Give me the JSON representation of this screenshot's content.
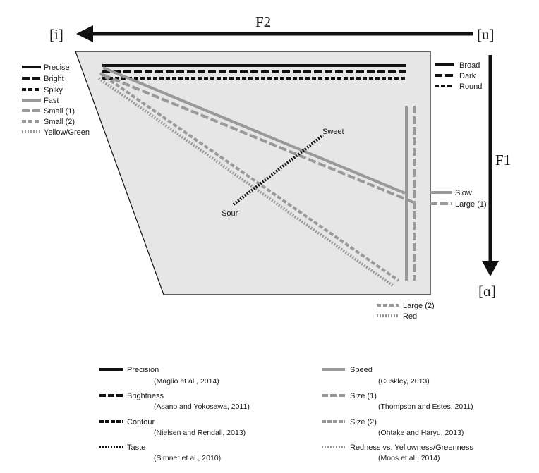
{
  "axes": {
    "f2_label": "F2",
    "f1_label": "F1",
    "vowel_i": "[i]",
    "vowel_u": "[u]",
    "vowel_a": "[ɑ]"
  },
  "colors": {
    "black": "#111111",
    "gray": "#9a9a9a",
    "plot_fill": "#e6e6e6"
  },
  "diagram": {
    "front_labels": [
      "Precise",
      "Bright",
      "Spiky",
      "Fast",
      "Small (1)",
      "Small (2)",
      "Yellow/Green"
    ],
    "back_labels": [
      "Broad",
      "Dark",
      "Round"
    ],
    "low_back_labels": [
      "Slow",
      "Large (1)"
    ],
    "bottom_labels": [
      "Large (2)",
      "Red"
    ],
    "taste_sweet": "Sweet",
    "taste_sour": "Sour"
  },
  "legend": {
    "left": [
      {
        "name": "Precision",
        "ref": "(Maglio et al., 2014)"
      },
      {
        "name": "Brightness",
        "ref": "(Asano and Yokosawa, 2011)"
      },
      {
        "name": "Contour",
        "ref": "(Nielsen and Rendall, 2013)"
      },
      {
        "name": "Taste",
        "ref": "(Simner et al., 2010)"
      }
    ],
    "right": [
      {
        "name": "Speed",
        "ref": "(Cuskley, 2013)"
      },
      {
        "name": "Size (1)",
        "ref": "(Thompson and Estes, 2011)"
      },
      {
        "name": "Size (2)",
        "ref": "(Ohtake and Haryu, 2013)"
      },
      {
        "name": "Redness vs. Yellowness/Greenness",
        "ref": "(Moos et al., 2014)"
      }
    ]
  }
}
